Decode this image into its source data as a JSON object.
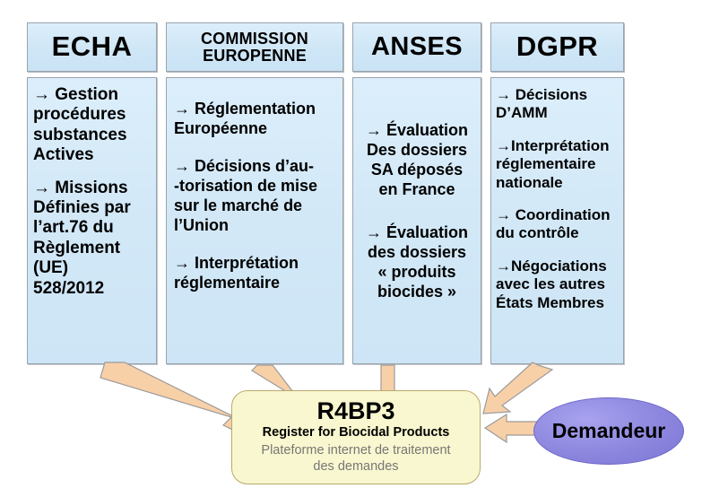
{
  "diagram": {
    "title": "R4BP3 biocidal products regulatory actors diagram",
    "colors": {
      "box_fill": "#D2E8F7",
      "box_border": "#9AA3AB",
      "center_fill": "#F9F7CF",
      "center_border": "#B9A96B",
      "actor_fill": "#8C86DE",
      "arrow_fill": "#F8D0A8",
      "arrow_border": "#9A9A9A",
      "subtitle_text": "#777777"
    },
    "columns": [
      {
        "id": "echa",
        "header": "ECHA",
        "items": [
          "→ Gestion\nprocédures\nsubstances\nActives",
          "→ Missions\nDéfinies par\nl’art.76 du\nRèglement\n(UE)\n528/2012"
        ]
      },
      {
        "id": "commission-europenne",
        "header": "COMMISSION\nEUROPENNE",
        "items": [
          "→ Réglementation\n   Européenne",
          "→ Décisions d’au-\n-torisation de mise\nsur le marché de\nl’Union",
          "→ Interprétation\n   réglementaire"
        ]
      },
      {
        "id": "anses",
        "header": "ANSES",
        "items": [
          "→ Évaluation\nDes dossiers\nSA déposés\nen France",
          "→ Évaluation\ndes dossiers\n« produits\nbiocides »"
        ]
      },
      {
        "id": "dgpr",
        "header": "DGPR",
        "items": [
          "→ Décisions\nD’AMM",
          "→Interprétation\nréglementaire\nnationale",
          "→ Coordination\ndu contrôle",
          "→Négociations\navec les autres\nÉtats Membres"
        ]
      }
    ],
    "center": {
      "title": "R4BP3",
      "subtitle": "Register for Biocidal Products",
      "description": "Plateforme internet de traitement\ndes demandes"
    },
    "actor": {
      "label": "Demandeur"
    },
    "arrows": [
      {
        "from": "echa",
        "to": "r4bp3",
        "direction": "down-right"
      },
      {
        "from": "commission-europenne",
        "to": "r4bp3",
        "direction": "down-right"
      },
      {
        "from": "anses",
        "to": "r4bp3",
        "direction": "down"
      },
      {
        "from": "dgpr",
        "to": "r4bp3",
        "direction": "down-left"
      },
      {
        "from": "demandeur",
        "to": "r4bp3",
        "direction": "left"
      }
    ]
  }
}
